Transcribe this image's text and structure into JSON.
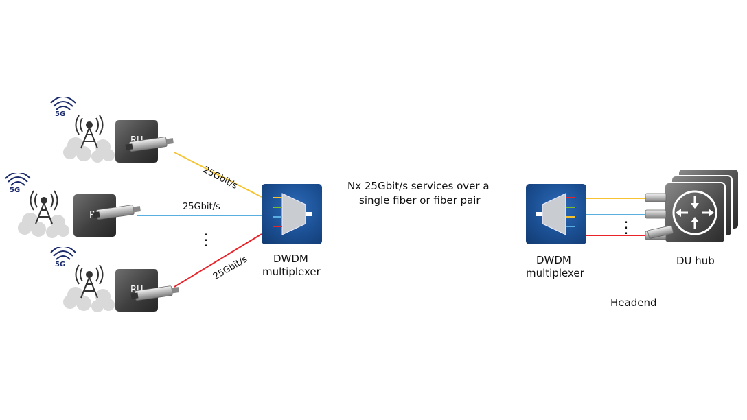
{
  "radio_units": [
    {
      "label": "RU",
      "badge": "5G",
      "link_label": "25Gbit/s",
      "link_color": "#f5c430"
    },
    {
      "label": "RU",
      "badge": "5G",
      "link_label": "25Gbit/s",
      "link_color": "#5aaee0"
    },
    {
      "label": "RU",
      "badge": "5G",
      "link_label": "25Gbit/s",
      "link_color": "#e8232a"
    }
  ],
  "mux_left": {
    "label_line1": "DWDM",
    "label_line2": "multiplexer"
  },
  "mux_right": {
    "label_line1": "DWDM",
    "label_line2": "multiplexer"
  },
  "trunk": {
    "label_line1": "Nx 25Gbit/s services over a",
    "label_line2": "single fiber or fiber pair"
  },
  "du_hub": {
    "label": "DU hub",
    "link_colors": [
      "#f5c430",
      "#5aaee0",
      "#e8232a"
    ]
  },
  "headend": {
    "label": "Headend"
  },
  "colors": {
    "mux_blue": "#1b4f93",
    "ru_dark": "#3f3f3f",
    "du_dark": "#3a3a3a"
  }
}
